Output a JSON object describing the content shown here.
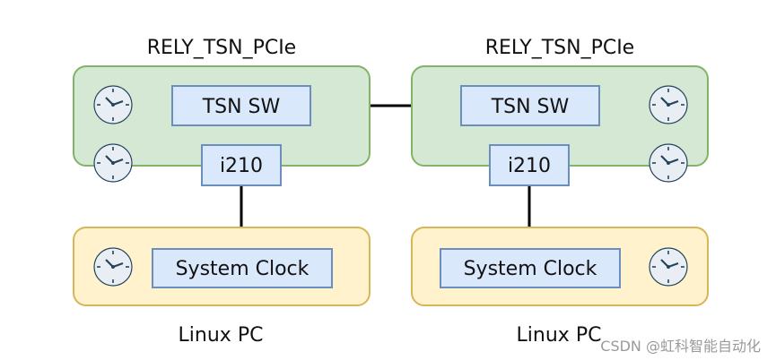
{
  "colors": {
    "green_fill": "#d5e8d4",
    "green_stroke": "#82b366",
    "yellow_fill": "#fff2cc",
    "yellow_stroke": "#d6b656",
    "blue_fill": "#dae8fc",
    "blue_stroke": "#6c8ebf",
    "clock_fill": "#e9eef4",
    "clock_stroke": "#23445d"
  },
  "left": {
    "board_title": "RELY_TSN_PCIe",
    "switch_label": "TSN SW",
    "nic_label": "i210",
    "clock_label": "System Clock",
    "pc_label": "Linux PC"
  },
  "right": {
    "board_title": "RELY_TSN_PCIe",
    "switch_label": "TSN SW",
    "nic_label": "i210",
    "clock_label": "System Clock",
    "pc_label": "Linux PC"
  },
  "watermark": "CSDN @虹科智能自动化"
}
